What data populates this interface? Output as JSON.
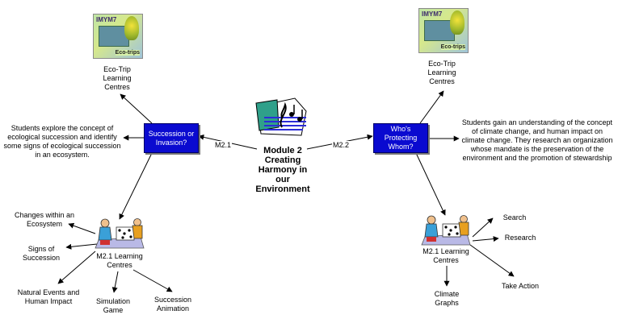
{
  "center": {
    "title": "Module 2\nCreating\nHarmony in\nour\nEnvironment",
    "icon": "music-document-icon"
  },
  "left": {
    "box_label": "Succession or\nInvasion?",
    "edge_label": "M2.1",
    "description": "Students explore the concept of ecological succession and identify some signs of ecological succession in an ecosystem.",
    "eco": {
      "label": "Eco-Trip\nLearning\nCentres",
      "img_top": "IMYM7",
      "img_bottom": "Eco-trips"
    },
    "learning": {
      "label": "M2.1 Learning\nCentres",
      "icon": "children-reading-icon",
      "items": [
        "Changes within an\nEcosystem",
        "Signs of\nSuccession",
        "Natural Events and\nHuman Impact",
        "Simulation\nGame",
        "Succession\nAnimation"
      ]
    }
  },
  "right": {
    "box_label": "Who's\nProtecting\nWhom?",
    "edge_label": "M2.2",
    "description": "Students gain an understanding of the concept of climate change, and human impact on climate change. They research an organization whose mandate is the preservation of the environment and the promotion of stewardship",
    "eco": {
      "label": "Eco-Trip\nLearning\nCentres",
      "img_top": "IMYM7",
      "img_bottom": "Eco-trips"
    },
    "learning": {
      "label": "M2.1 Learning\nCentres",
      "icon": "children-reading-icon",
      "items": [
        "Search",
        "Research",
        "Take Action",
        "Climate\nGraphs"
      ]
    }
  },
  "colors": {
    "box_fill": "#0a0ad0",
    "box_text": "#ffffff",
    "line": "#000000"
  }
}
